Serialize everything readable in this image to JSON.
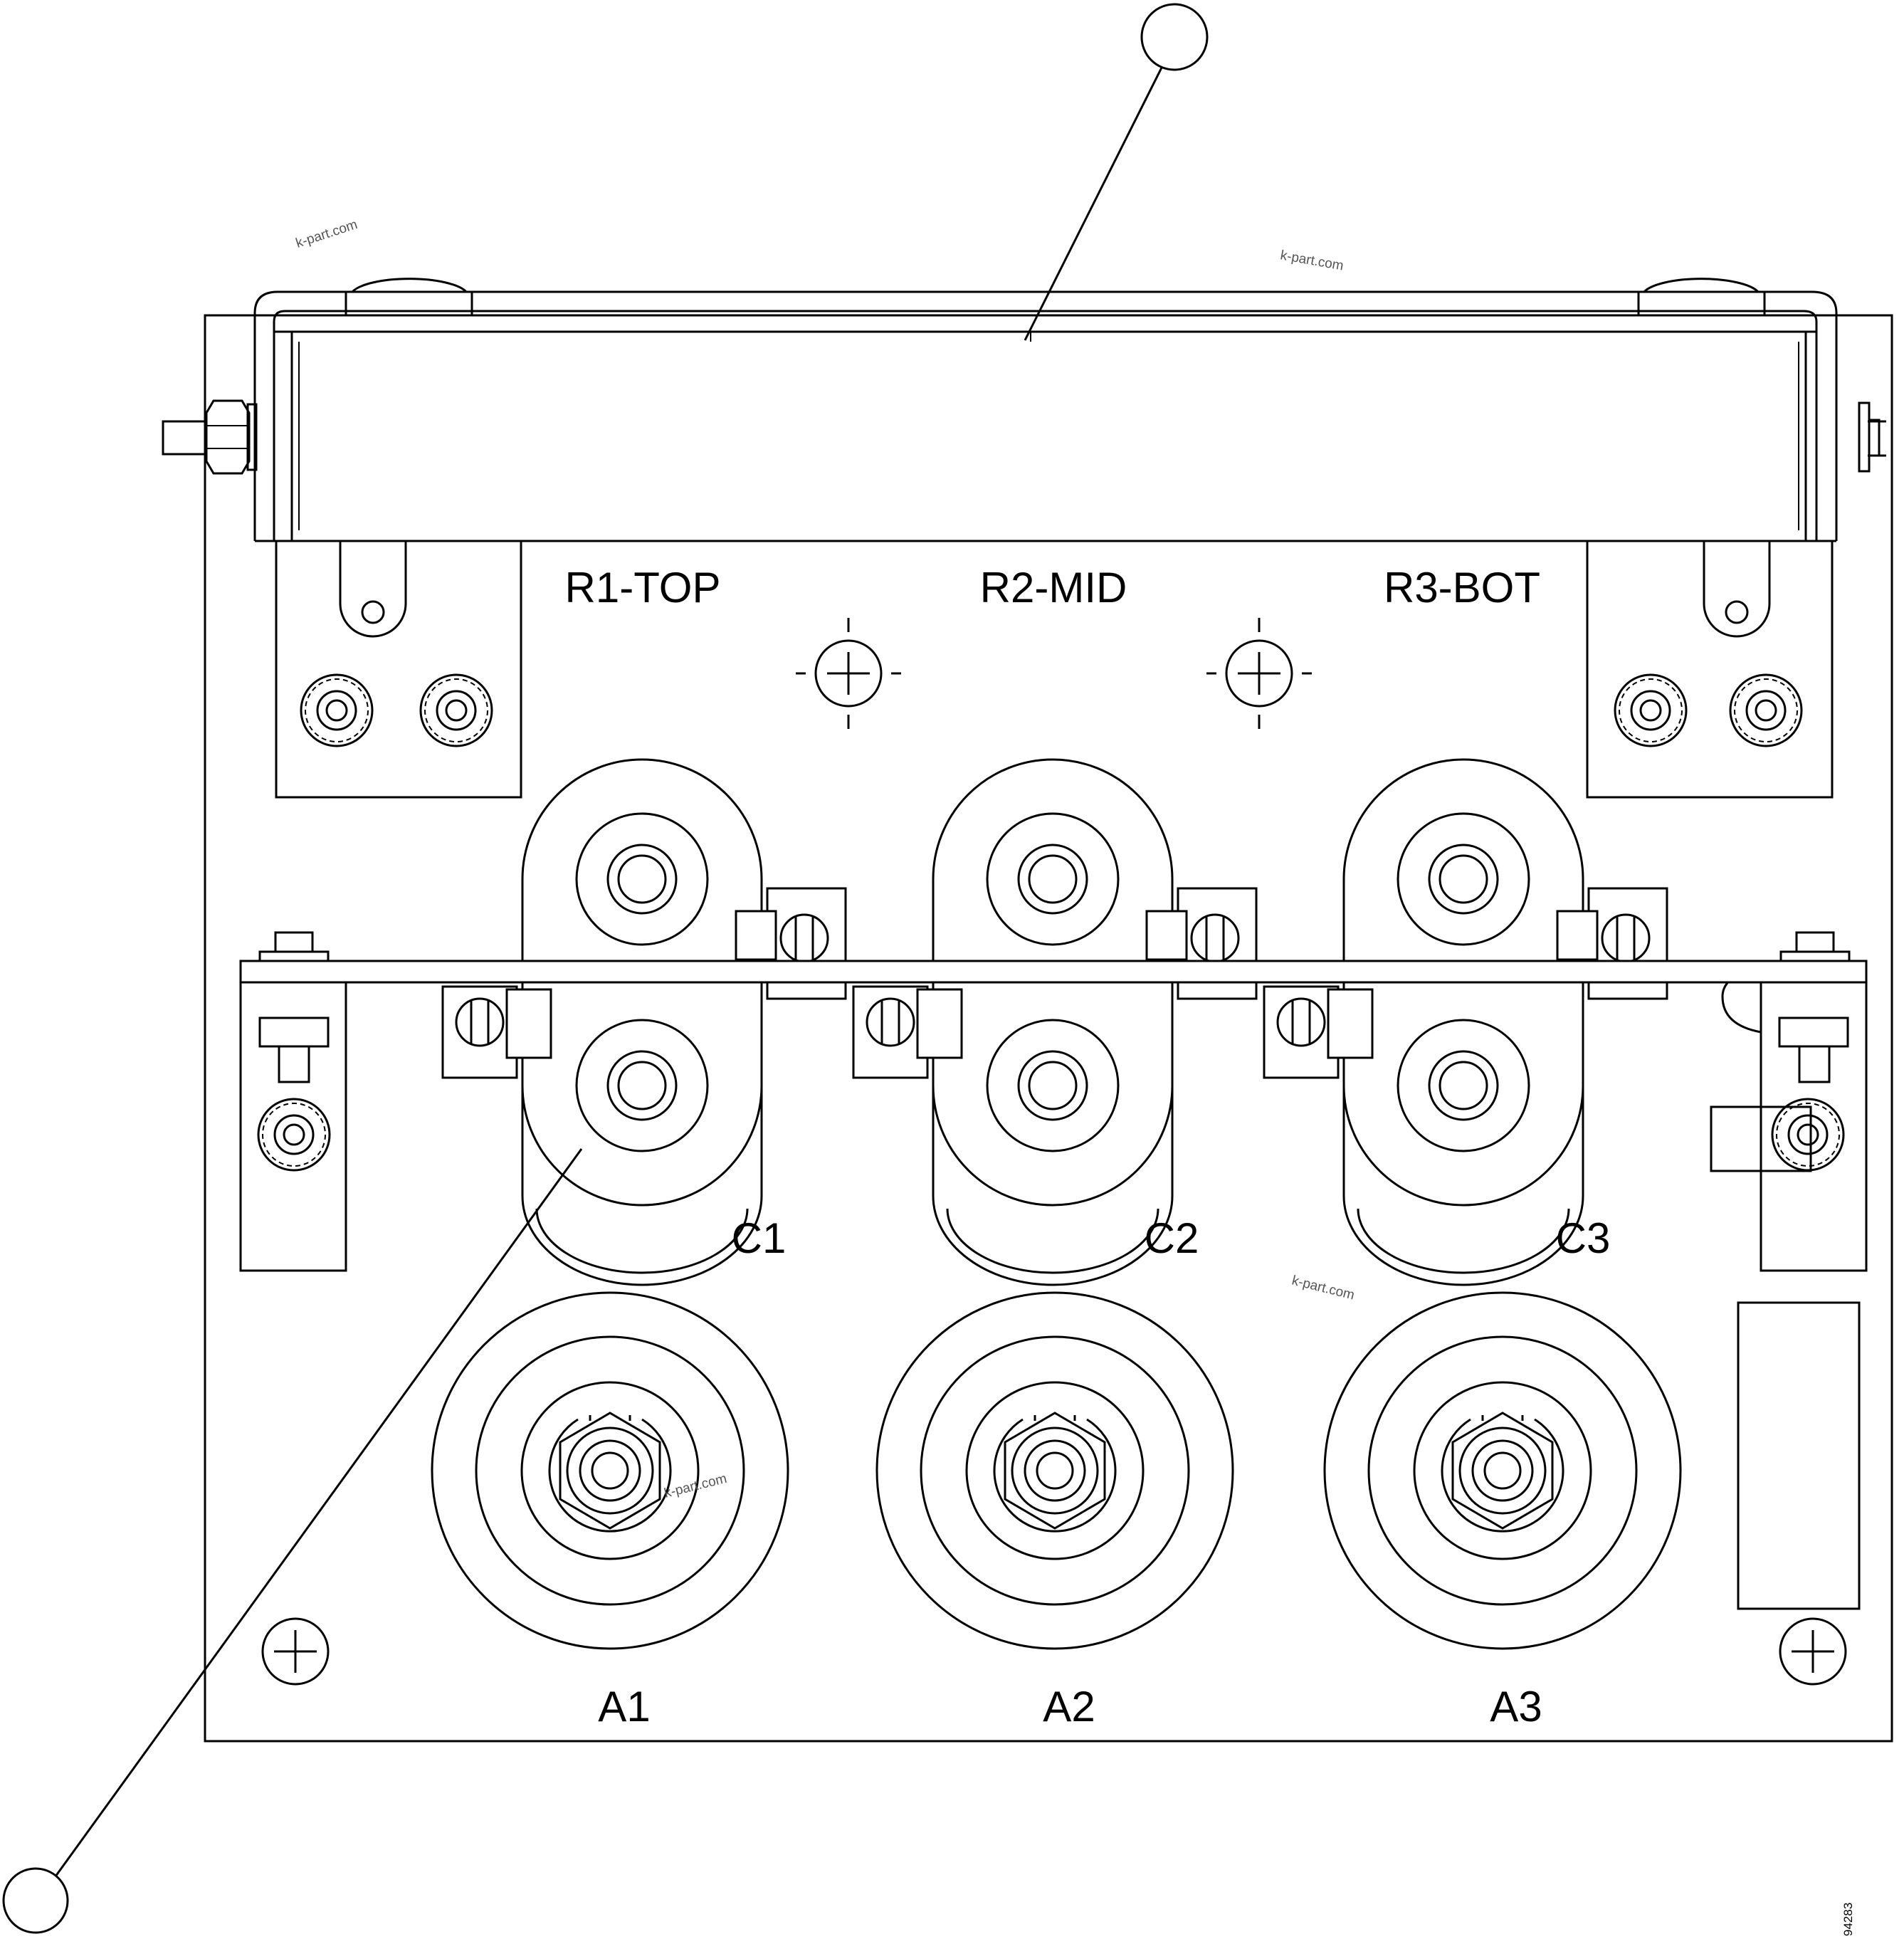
{
  "labels": {
    "r1": "R1-TOP",
    "r2": "R2-MID",
    "r3": "R3-BOT",
    "c1": "C1",
    "c2": "C2",
    "c3": "C3",
    "a1": "A1",
    "a2": "A2",
    "a3": "A3"
  },
  "watermarks": [
    "k-part.com",
    "k-part.com",
    "k-part.com",
    "k-part.com"
  ],
  "figure_number": "94283",
  "colors": {
    "line": "#000000",
    "background": "#ffffff",
    "watermark": "#555555"
  }
}
